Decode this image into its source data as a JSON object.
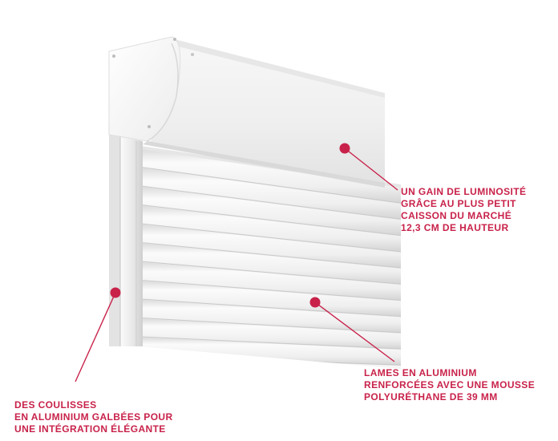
{
  "accent_color": "#c8224a",
  "product_image": {
    "icon": "roller-shutter-illustration"
  },
  "callouts": {
    "caisson": {
      "lines": [
        "UN GAIN DE LUMINOSITÉ",
        "GRÂCE AU PLUS PETIT",
        "CAISSON DU MARCHÉ",
        "12,3 CM DE HAUTEUR"
      ]
    },
    "lames": {
      "lines": [
        "LAMES EN ALUMINIUM",
        "RENFORCÉES AVEC UNE MOUSSE",
        "POLYURÉTHANE DE 39 MM"
      ]
    },
    "coulisses": {
      "lines": [
        "DES COULISSES",
        "EN ALUMINIUM GALBÉES POUR",
        "UNE INTÉGRATION ÉLÉGANTE"
      ]
    }
  }
}
